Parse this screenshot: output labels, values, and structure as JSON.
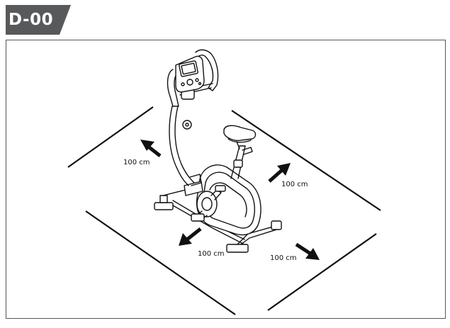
{
  "step_tab": {
    "label": "D-00",
    "color": "#58595b"
  },
  "clearance": {
    "back": "100 cm",
    "right": "100 cm",
    "front": "100 cm",
    "left": "100 cm"
  },
  "icons": {
    "equipment": "exercise-bike-icon",
    "arrow": "arrow-icon"
  }
}
